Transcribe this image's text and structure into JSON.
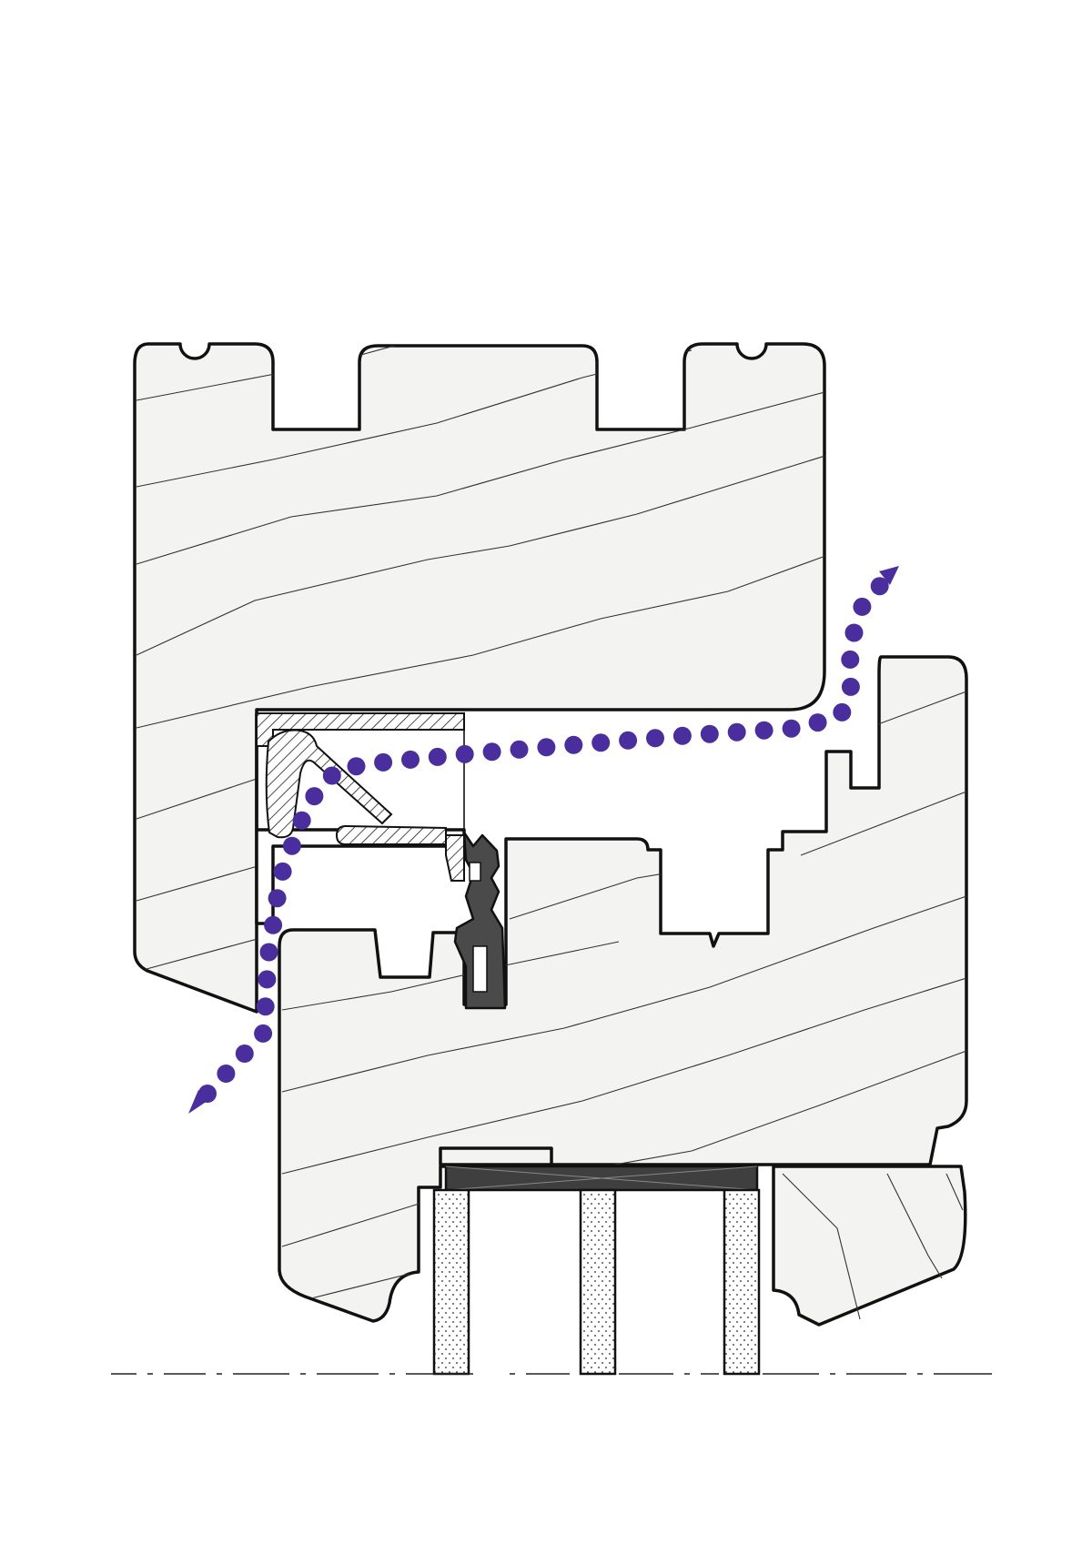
{
  "diagram": {
    "type": "window-frame-cross-section",
    "colors": {
      "wood": "#f3f3f2",
      "outline": "#111111",
      "gasket": "#4a4a4a",
      "air_path": "#4a2e9e",
      "background": "#ffffff"
    },
    "air_path": {
      "style": "dotted",
      "direction": "bottom-left-to-top-right",
      "start_marker": "arrow-head",
      "end_marker": "arrow-head"
    },
    "components": [
      {
        "id": "frame",
        "label": ""
      },
      {
        "id": "sash",
        "label": ""
      },
      {
        "id": "glazing-bead",
        "label": ""
      },
      {
        "id": "seal-gasket",
        "label": ""
      },
      {
        "id": "glass-panes",
        "count": 3
      },
      {
        "id": "centerline",
        "label": ""
      }
    ]
  }
}
